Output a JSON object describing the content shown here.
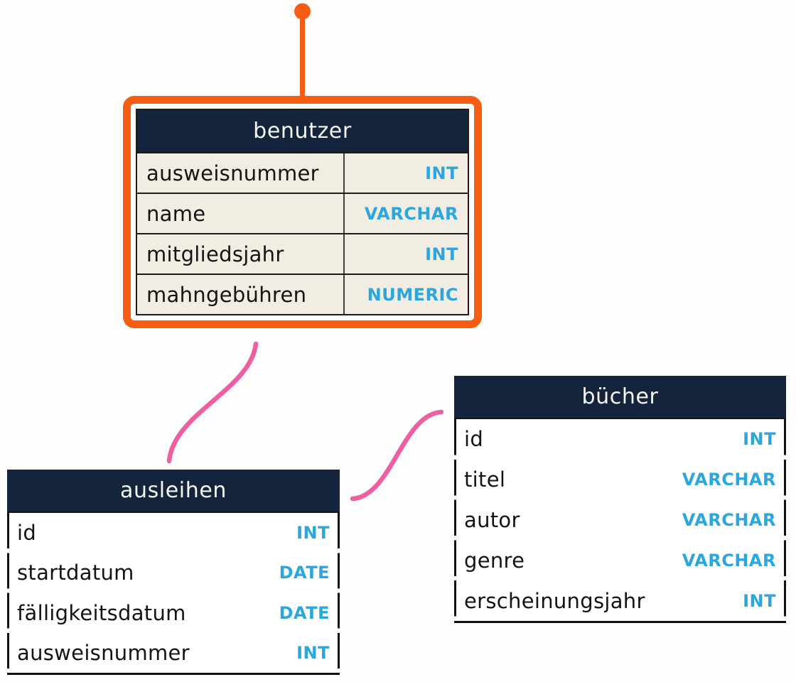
{
  "colors": {
    "accent_orange": "#f55d13",
    "relation_pink": "#ee5fa2",
    "header_navy": "#14243c",
    "type_blue": "#2ba6de",
    "selected_row_beige": "#f1ede3",
    "row_white": "#ffffff",
    "border_black": "#1a1a1a"
  },
  "tables": {
    "benutzer": {
      "title": "benutzer",
      "selected": true,
      "fields": [
        {
          "name": "ausweisnummer",
          "type": "INT"
        },
        {
          "name": "name",
          "type": "VARCHAR"
        },
        {
          "name": "mitgliedsjahr",
          "type": "INT"
        },
        {
          "name": "mahngebühren",
          "type": "NUMERIC"
        }
      ]
    },
    "ausleihen": {
      "title": "ausleihen",
      "selected": false,
      "fields": [
        {
          "name": "id",
          "type": "INT"
        },
        {
          "name": "startdatum",
          "type": "DATE"
        },
        {
          "name": "fälligkeitsdatum",
          "type": "DATE"
        },
        {
          "name": "ausweisnummer",
          "type": "INT"
        }
      ]
    },
    "buecher": {
      "title": "bücher",
      "selected": false,
      "fields": [
        {
          "name": "id",
          "type": "INT"
        },
        {
          "name": "titel",
          "type": "VARCHAR"
        },
        {
          "name": "autor",
          "type": "VARCHAR"
        },
        {
          "name": "genre",
          "type": "VARCHAR"
        },
        {
          "name": "erscheinungsjahr",
          "type": "INT"
        }
      ]
    }
  },
  "connectors": [
    {
      "from": "benutzer",
      "to": "ausleihen",
      "color": "#ee5fa2"
    },
    {
      "from": "ausleihen",
      "to": "bücher",
      "color": "#ee5fa2"
    }
  ],
  "selection_anchor": {
    "shape": "dot-with-stem",
    "color": "#f55d13"
  }
}
